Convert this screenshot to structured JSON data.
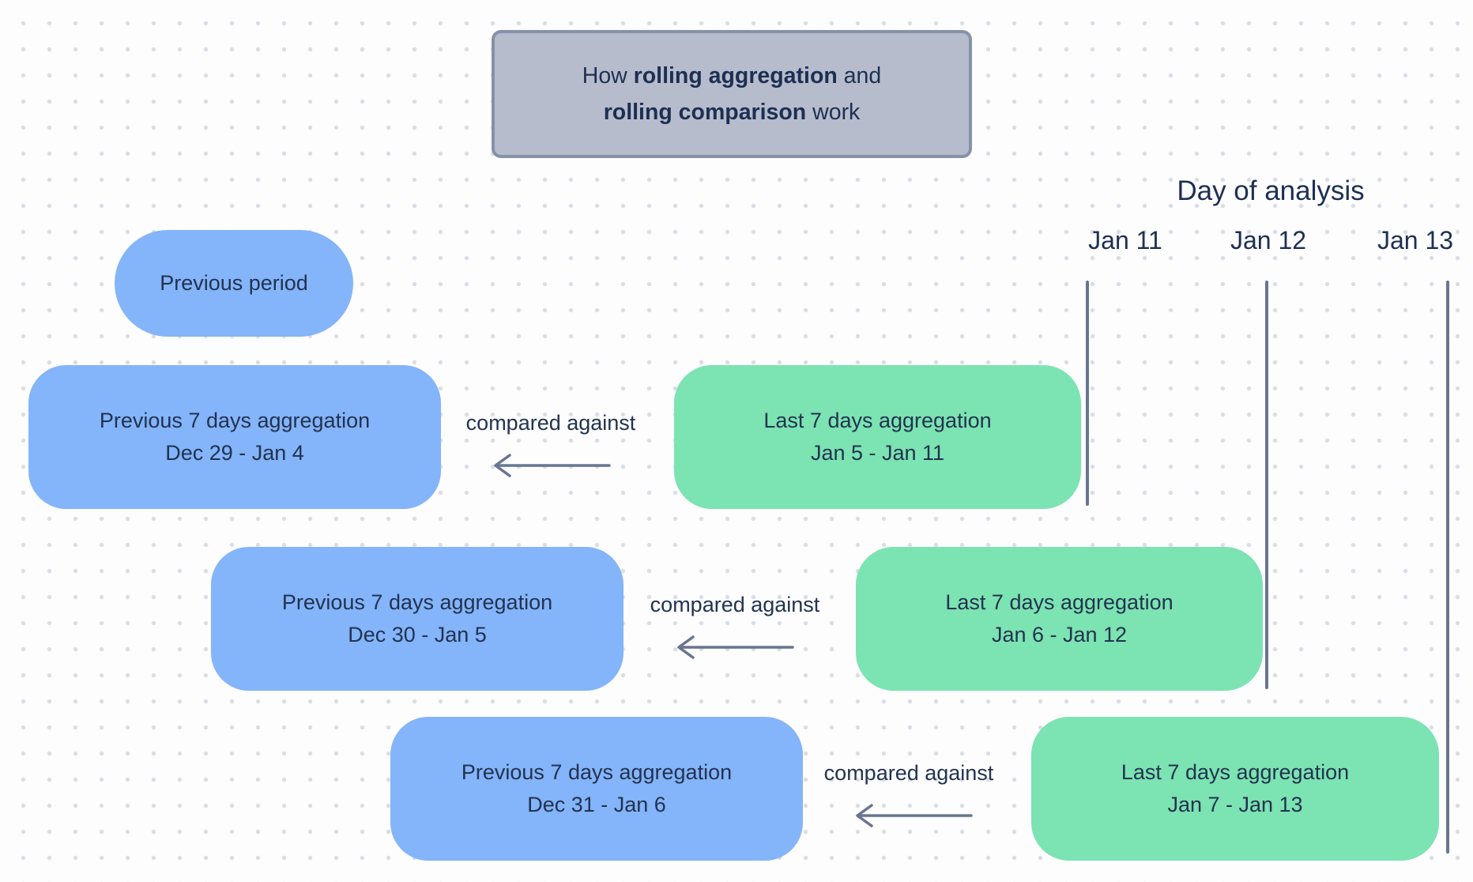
{
  "title": {
    "how": "How ",
    "bold1": "rolling aggregation",
    "and": " and",
    "bold2": "rolling comparison",
    "work": " work"
  },
  "day_of_analysis": {
    "label": "Day of analysis",
    "dates": [
      "Jan 11",
      "Jan 12",
      "Jan 13"
    ]
  },
  "legend": {
    "previous_period_label": "Previous period"
  },
  "rows": [
    {
      "previous": {
        "line1": "Previous 7 days aggregation",
        "line2": "Dec 29 - Jan 4"
      },
      "compare_label": "compared against",
      "last": {
        "line1": "Last 7 days aggregation",
        "line2": "Jan 5 - Jan 11"
      }
    },
    {
      "previous": {
        "line1": "Previous 7 days aggregation",
        "line2": "Dec 30 - Jan 5"
      },
      "compare_label": "compared against",
      "last": {
        "line1": "Last 7 days aggregation",
        "line2": "Jan 6 - Jan 12"
      }
    },
    {
      "previous": {
        "line1": "Previous 7 days aggregation",
        "line2": "Dec 31 - Jan 6"
      },
      "compare_label": "compared against",
      "last": {
        "line1": "Last 7 days aggregation",
        "line2": "Jan 7 - Jan 13"
      }
    }
  ],
  "colors": {
    "previous_box": "#84b4fa",
    "last_box": "#7ce3b2",
    "title_box_bg": "#b6bccb",
    "title_box_border": "#8591a8",
    "text": "#22334f",
    "line": "#68758f",
    "dots": "#d9dde5",
    "bg": "#fdfdfe"
  }
}
